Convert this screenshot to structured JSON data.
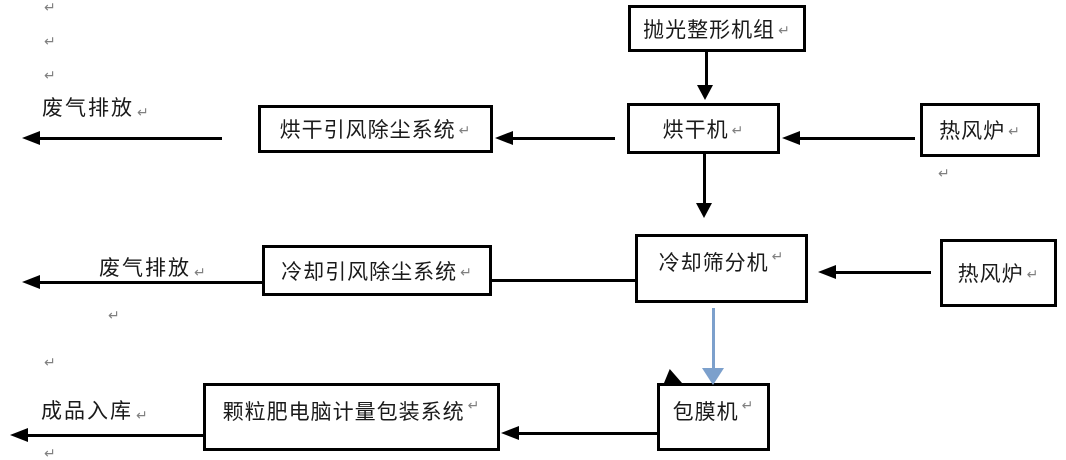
{
  "diagram": {
    "title": "granular fertilizer production flow",
    "nodes": [
      {
        "id": "polishing-unit",
        "label": "抛光整形机组"
      },
      {
        "id": "drying-dedust-system",
        "label": "烘干引风除尘系统"
      },
      {
        "id": "dryer",
        "label": "烘干机"
      },
      {
        "id": "hot-blast-stove-1",
        "label": "热风炉"
      },
      {
        "id": "cooling-dedust-system",
        "label": "冷却引风除尘系统"
      },
      {
        "id": "cooling-sieve",
        "label": "冷却筛分机"
      },
      {
        "id": "hot-blast-stove-2",
        "label": "热风炉"
      },
      {
        "id": "packing-system",
        "label": "颗粒肥电脑计量包装系统"
      },
      {
        "id": "coating-machine",
        "label": "包膜机"
      }
    ],
    "flow_labels": [
      {
        "id": "exhaust-discharge-1",
        "label": "废气排放"
      },
      {
        "id": "exhaust-discharge-2",
        "label": "废气排放"
      },
      {
        "id": "finished-goods-storage",
        "label": "成品入库"
      }
    ],
    "paragraph_mark": "↵",
    "colors": {
      "line": "#000000",
      "blue_arrow": "#7ca0cc",
      "paragraph_mark": "#808080",
      "background": "#ffffff"
    }
  }
}
